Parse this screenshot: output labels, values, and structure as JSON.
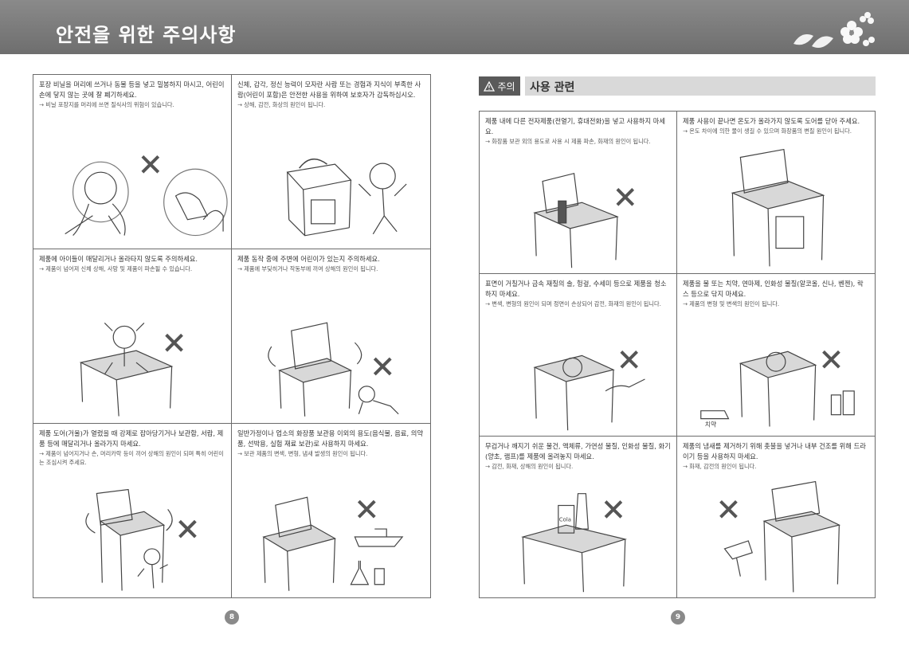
{
  "header": {
    "title": "안전을 위한 주의사항"
  },
  "left_page": {
    "cells": [
      {
        "main": "포장 비닐을 머리에 쓰거나 동물 등을 넣고 밀봉하지 마시고, 어린이 손에 닿지 않는 곳에 잘 폐기하세요.",
        "note": "→ 비닐 포장지를 머리에 쓰면 질식사의 위험이 있습니다."
      },
      {
        "main": "신체, 감각, 정신 능력이 모자란 사람 또는 경험과 지식이 부족한 사람(어린이 포함)은 안전한 사용을 위하여 보호자가 감독하십시오.",
        "note": "→ 상해, 감전, 화상의 원인이 됩니다."
      },
      {
        "main": "제품에 아이들이 매달리거나 올라타지 않도록 주의하세요.",
        "note": "→ 제품이 넘어져 신체 상해, 사망 및 제품이 파손될 수 있습니다."
      },
      {
        "main": "제품 동작 중에 주변에 어린이가 있는지 주의하세요.",
        "note": "→ 제품에 부딪히거나 작동부에 끼여 상해의 원인이 됩니다."
      },
      {
        "main": "제품 도어(거울)가 열렸을 때 강제로 잡아당기거나 보관함, 서랍, 제품 등에 매달리거나 올라가지 마세요.",
        "note": "→ 제품이 넘어지거나 손, 머리카락 등이 끼어 상해의 원인이 되며 특히 어린이는 조심시켜 주세요."
      },
      {
        "main": "일반가정이나 업소의 화장품 보관용 이외의 용도(음식물, 음료, 의약품, 선박용, 실험 재료 보관)로 사용하지 마세요.",
        "note": "→ 보관 제품의 변색, 변형, 냄새 발생의 원인이 됩니다."
      }
    ],
    "page_number": "8"
  },
  "right_page": {
    "caution_badge": "주의",
    "section_title": "사용 관련",
    "cells": [
      {
        "main": "제품 내에 다른 전자제품(전열기, 휴대전화)을 넣고 사용하지 마세요.",
        "note": "→ 화장품 보관 외의 용도로 사용 시 제품 파손, 화재의 원인이 됩니다."
      },
      {
        "main": "제품 사용이 끝나면 온도가 올라가지 않도록 도어를 닫아 주세요.",
        "note": "→ 온도 차이에 의한 물이 생길 수 있으며 화장품의 변질 원인이 됩니다."
      },
      {
        "main": "표면이 거칠거나 금속 재질의 솔, 헝겊, 수세미 등으로 제품을 청소하지 마세요.",
        "note": "→ 변색, 변형의 원인이 되며 정면이 손상되어 감전, 화재의 원인이 됩니다."
      },
      {
        "main": "제품을 물 또는 치약, 연마제, 인화성 물질(알코올, 신나, 벤젠), 락스 등으로 닦지 마세요.",
        "note": "→ 제품의 변형 및 변색의 원인이 됩니다."
      },
      {
        "main": "무겁거나 깨지기 쉬운 물건, 액체류, 가연성 물질, 인화성 물질, 화기(양초, 램프)를 제품에 올려놓지 마세요.",
        "note": "→ 감전, 화재, 상해의 원인이 됩니다."
      },
      {
        "main": "제품의 냄새를 제거하기 위해 촛불을 넣거나 내부 건조를 위해 드라이기 등을 사용하지 마세요.",
        "note": "→ 화재, 감전의 원인이 됩니다."
      }
    ],
    "page_number": "9"
  },
  "illustration_labels": {
    "cola": "Cola",
    "toothpaste": "치약"
  },
  "colors": {
    "header_bg": "#7a7a7a",
    "border": "#6b6b6b",
    "x_mark": "#555555",
    "page_badge": "#8a8a8a"
  },
  "icons": [
    "x-mark-icon",
    "warning-triangle-icon",
    "flower-leaf-decoration"
  ]
}
